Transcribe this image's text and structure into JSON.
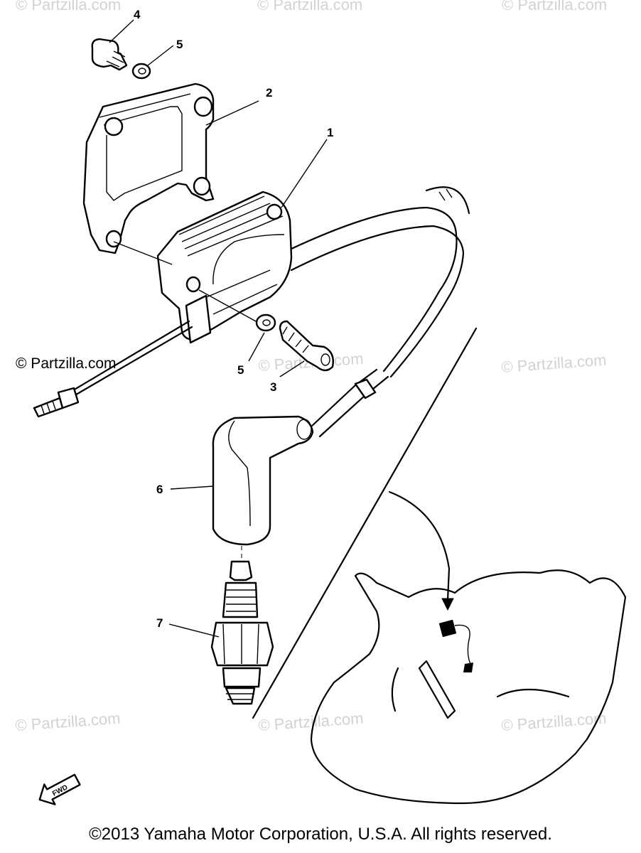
{
  "watermark": "© Partzilla.com",
  "partzilla_notice": "© Partzilla.com",
  "callouts": {
    "c1": "1",
    "c2": "2",
    "c3": "3",
    "c4": "4",
    "c5a": "5",
    "c5b": "5",
    "c6": "6",
    "c7": "7"
  },
  "fwd_label": "FWD",
  "copyright": "©2013  Yamaha Motor Corporation, U.S.A. All rights reserved."
}
